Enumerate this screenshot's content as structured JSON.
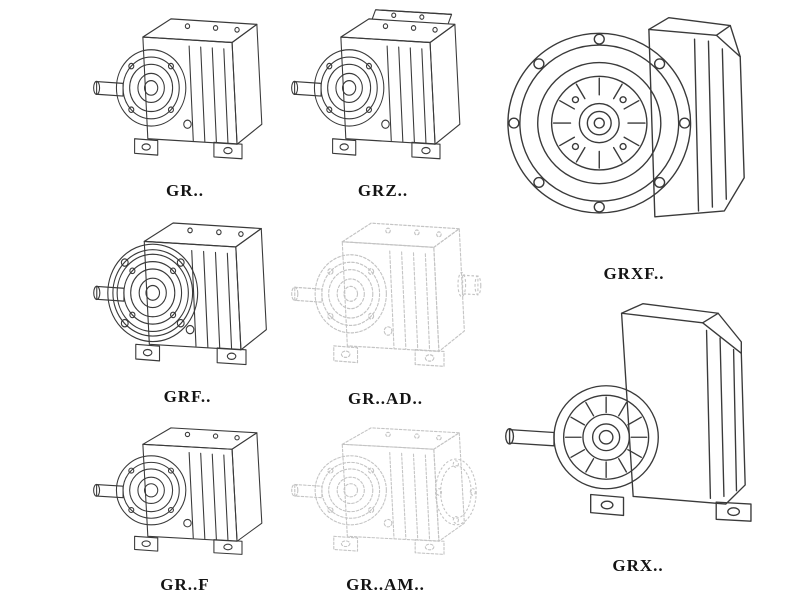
{
  "page": {
    "background_color": "#ffffff",
    "line_color": "#3a3a3a",
    "ghost_line_color": "#c4c4c4"
  },
  "items": [
    {
      "label": "GR..",
      "style": "solid",
      "drawing": "foot-mounted-gear-reducer"
    },
    {
      "label": "GRZ..",
      "style": "solid",
      "drawing": "foot-mounted-gear-reducer-tall-cover"
    },
    {
      "label": "GRXF..",
      "style": "solid",
      "drawing": "front-flange-mounted-gear-reducer"
    },
    {
      "label": "GRF..",
      "style": "solid",
      "drawing": "flange-mounted-gear-reducer"
    },
    {
      "label": "GR..AD..",
      "style": "ghost",
      "drawing": "gear-reducer-with-input-adapter"
    },
    {
      "label": "GR..F",
      "style": "solid",
      "drawing": "foot-mounted-gear-reducer"
    },
    {
      "label": "GR..AM..",
      "style": "ghost",
      "drawing": "gear-reducer-with-motor-flange"
    },
    {
      "label": "GRX..",
      "style": "solid",
      "drawing": "large-foot-mounted-gear-reducer"
    }
  ]
}
